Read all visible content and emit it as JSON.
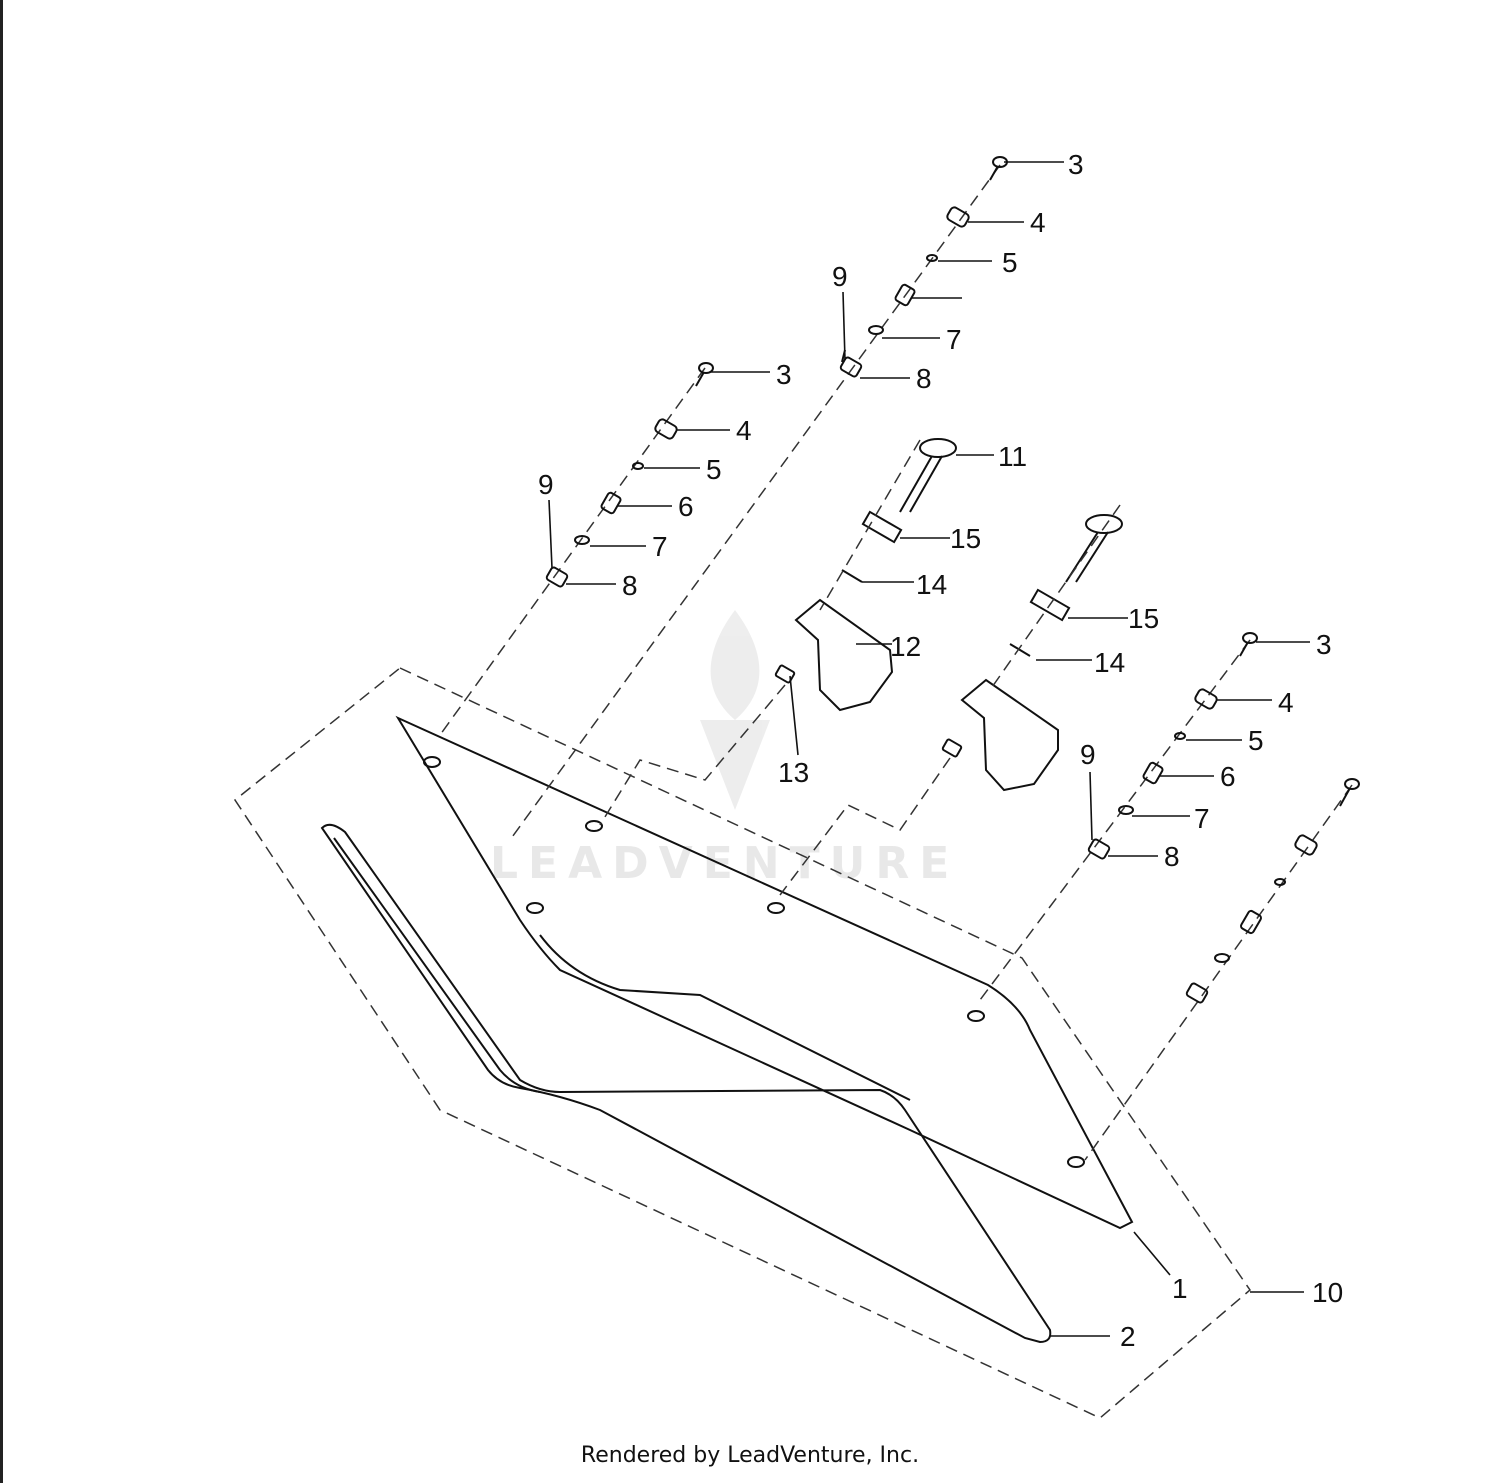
{
  "footer": "Rendered by LeadVenture, Inc.",
  "watermark": "LEADVENTURE",
  "callouts": {
    "a3": "3",
    "a4": "4",
    "a5": "5",
    "a9": "9",
    "a7": "7",
    "a8": "8",
    "b3": "3",
    "b4": "4",
    "b5": "5",
    "b6": "6",
    "b9": "9",
    "b7": "7",
    "b8": "8",
    "c11": "11",
    "c15": "15",
    "c14": "14",
    "c12": "12",
    "c13": "13",
    "d15": "15",
    "d14": "14",
    "e3": "3",
    "e4": "4",
    "e5": "5",
    "e6": "6",
    "e9": "9",
    "e7": "7",
    "e8": "8",
    "f1": "1",
    "f2": "2",
    "f10": "10"
  },
  "colors": {
    "line": "#111111",
    "watermark": "#e6e6e6"
  }
}
